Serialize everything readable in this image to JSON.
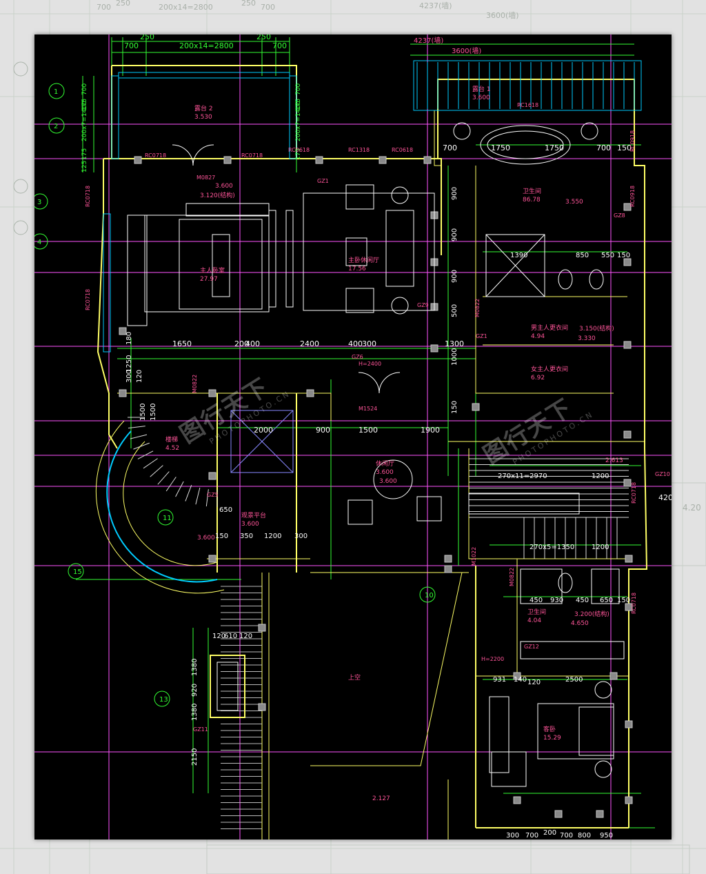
{
  "colors": {
    "background_outer": "#e2e2e2",
    "canvas": "#000000",
    "wall": "#ffff66",
    "dimension": "#33ff33",
    "label": "#ff5599",
    "axis": "#ff55ff",
    "column": "#c8c8c8",
    "furniture": "#ffffff",
    "window": "#00ccff"
  },
  "watermark": {
    "text": "图行天下",
    "sub": "PHOTOPHOTO.CN"
  },
  "top_dims": [
    "700",
    "250",
    "200x14=2800",
    "250",
    "700",
    "4237(墙)",
    "3600(墙)"
  ],
  "outer_top_dims": [
    "700",
    "250",
    "200x14=2800",
    "250",
    "700",
    "4237(墙)",
    "3600(墙)"
  ],
  "left_dims": [
    "700",
    "175",
    "200x7=1400",
    "175",
    "125"
  ],
  "mid_dims": [
    "1650",
    "200",
    "400",
    "2400",
    "400",
    "300",
    "1300"
  ],
  "bath_dims": [
    "700",
    "1750",
    "1750",
    "700",
    "150"
  ],
  "wc_dims": [
    "1390",
    "850",
    "550",
    "150"
  ],
  "stair_dims": [
    "2000",
    "900",
    "1500",
    "1900"
  ],
  "kitchen_dims": [
    "650",
    "150",
    "350",
    "1200",
    "300"
  ],
  "right_stair_dims": [
    "270x11=2970",
    "1200",
    "270x5=1350",
    "1200"
  ],
  "vert_dims": [
    "900",
    "900",
    "900",
    "500",
    "1000",
    "150"
  ],
  "bath2_dims": [
    "450",
    "930",
    "450",
    "650",
    "150"
  ],
  "bed2_dims": [
    "931",
    "140",
    "120",
    "2500"
  ],
  "bottom_dims": [
    "300",
    "700",
    "200",
    "700",
    "800",
    "950"
  ],
  "left_col_dims": [
    "180",
    "1250",
    "300",
    "120",
    "1500",
    "1500"
  ],
  "shaft_dims": [
    "120",
    "610",
    "120",
    "1380",
    "920",
    "1380",
    "2150"
  ],
  "right_labels": [
    "420",
    "4.20"
  ],
  "rooms": [
    {
      "name": "露台 2",
      "area": "3.530"
    },
    {
      "name": "主人卧室",
      "area": "27.97"
    },
    {
      "name": "主卧休闲厅",
      "area": "17.56"
    },
    {
      "name": "卫生间",
      "area": "86.78"
    },
    {
      "name": "露台 1",
      "area": "3.600"
    },
    {
      "name": "男主人更衣间",
      "area": "4.94"
    },
    {
      "name": "女主人更衣间",
      "area": "6.92"
    },
    {
      "name": "楼梯",
      "area": "4.52"
    },
    {
      "name": "休闲厅",
      "area": "3.600"
    },
    {
      "name": "卫生间",
      "area": "4.04"
    },
    {
      "name": "客卧",
      "area": "15.29"
    },
    {
      "name": "上空",
      "area": ""
    },
    {
      "name": "观景平台",
      "area": "3.600"
    }
  ],
  "levels": [
    "3.600",
    "3.120(结构)",
    "3.550",
    "3.150(结构)",
    "3.330",
    "3.200(结构)",
    "4.650",
    "2.127",
    "2.613"
  ],
  "tags": [
    "RC0718",
    "RC0718",
    "RC0618",
    "RC1318",
    "RC0618",
    "RC1618",
    "RC0918",
    "RC0918",
    "RC0718",
    "RC0718",
    "RC0718",
    "RC0718",
    "M0822",
    "M0822",
    "M0822",
    "M1022",
    "M1524",
    "M0827",
    "GZ1",
    "GZ1",
    "GZ5",
    "GZ6",
    "GZ8",
    "GZ9",
    "GZ10",
    "GZ11",
    "GZ12",
    "H=2400",
    "H=2200"
  ],
  "axis_bubbles": [
    "1",
    "2",
    "3",
    "4",
    "10",
    "11",
    "13",
    "15"
  ]
}
